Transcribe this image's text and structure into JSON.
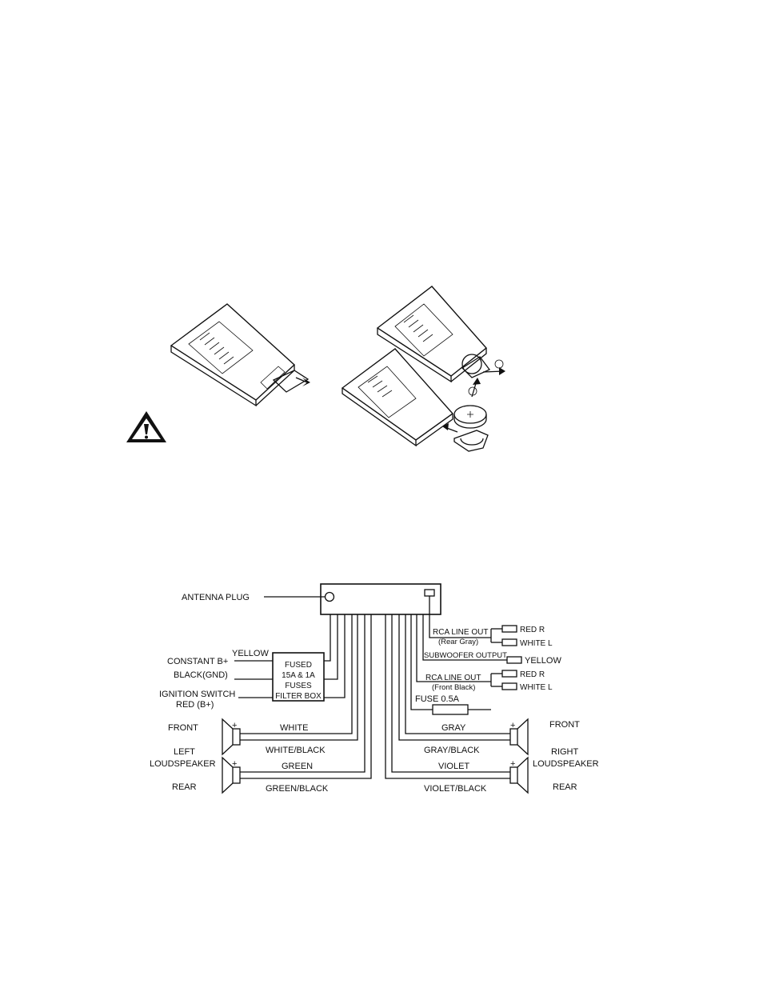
{
  "wiring": {
    "antenna_plug": "ANTENNA PLUG",
    "yellow": "YELLOW",
    "constant_b": "CONSTANT B+",
    "black_gnd": "BLACK(GND)",
    "ignition_switch": "IGNITION SWITCH",
    "red_b": "RED (B+)",
    "fuse_box": [
      "FUSED",
      "15A & 1A",
      "FUSES",
      "FILTER BOX"
    ],
    "rca_rear": "RCA LINE OUT",
    "rca_rear_note": "(Rear Gray)",
    "red_r_1": "RED R",
    "white_l_1": "WHITE  L",
    "subwoofer_output": "SUBWOOFER OUTPUT",
    "yellow_out": "YELLOW",
    "rca_front": "RCA LINE OUT",
    "rca_front_note": "(Front Black)",
    "red_r_2": "RED R",
    "white_l_2": "WHITE  L",
    "fuse_05": "FUSE 0.5A",
    "left_front": "FRONT",
    "left_left": "LEFT",
    "left_loudspeaker": "LOUDSPEAKER",
    "left_rear": "REAR",
    "right_front": "FRONT",
    "right_right": "RIGHT",
    "right_loudspeaker": "LOUDSPEAKER",
    "right_rear": "REAR",
    "wire_white": "WHITE",
    "wire_white_black": "WHITE/BLACK",
    "wire_green": "GREEN",
    "wire_green_black": "GREEN/BLACK",
    "wire_gray": "GRAY",
    "wire_gray_black": "GRAY/BLACK",
    "wire_violet": "VIOLET",
    "wire_violet_black": "VIOLET/BLACK",
    "plus": "+"
  },
  "icons": {
    "warning": "warning-triangle-icon",
    "remote": "remote-control-icon",
    "battery": "lithium-coin-battery-icon",
    "arrow": "pull-arrow-icon"
  }
}
